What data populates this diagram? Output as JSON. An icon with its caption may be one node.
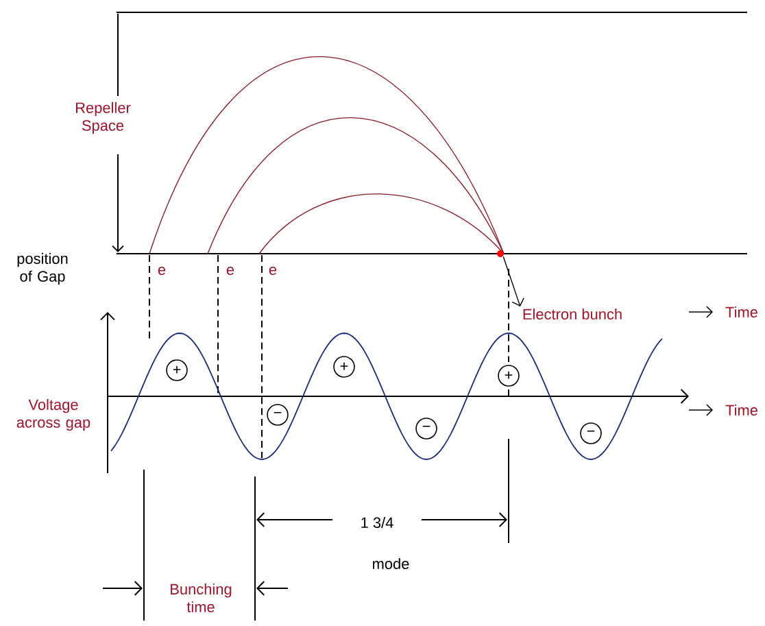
{
  "diagram": {
    "nodes": [
      {
        "text": [
          "Electron bunch"
        ]
      },
      {
        "text": [],
        "shape": "circle"
      }
    ],
    "edges": [
      {
        "from": 1,
        "to": 0,
        "arrow": "to"
      }
    ],
    "labels": [
      "Repeller Space",
      "position of Gap",
      "e",
      "e",
      "e",
      "Time",
      "+",
      "+",
      "Voltage across gap",
      "−",
      "−",
      "+",
      "−",
      "Time",
      "1 3/4",
      "mode",
      "Bunching time"
    ]
  }
}
